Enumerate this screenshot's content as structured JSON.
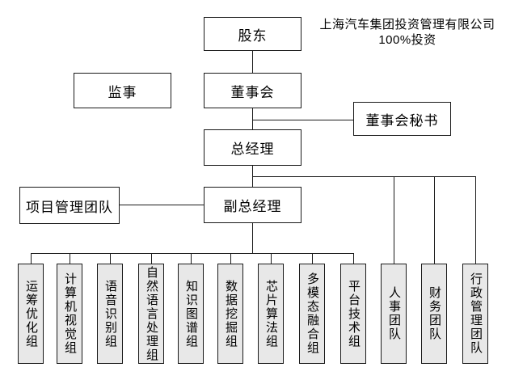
{
  "annotation": {
    "line1": "上海汽车集团投资管理有限公司",
    "line2": "100%投资"
  },
  "nodes": {
    "shareholder": "股东",
    "supervisor": "监事",
    "board_of_directors": "董事会",
    "board_secretary": "董事会秘书",
    "general_manager": "总经理",
    "deputy_general_manager": "副总经理",
    "project_management_team": "项目管理团队"
  },
  "departments": [
    "运筹优化组",
    "计算机视觉组",
    "语音识别组",
    "自然语言处理组",
    "知识图谱组",
    "数据挖掘组",
    "芯片算法组",
    "多模态融合组",
    "平台技术组",
    "人事团队",
    "财务团队",
    "行政管理团队"
  ],
  "edges": [
    [
      "shareholder",
      "board_of_directors"
    ],
    [
      "board_of_directors",
      "board_secretary"
    ],
    [
      "board_of_directors",
      "general_manager"
    ],
    [
      "general_manager",
      "deputy_general_manager"
    ],
    [
      "general_manager",
      "人事团队"
    ],
    [
      "general_manager",
      "财务团队"
    ],
    [
      "general_manager",
      "行政管理团队"
    ],
    [
      "project_management_team",
      "deputy_general_manager"
    ],
    [
      "deputy_general_manager",
      "运筹优化组"
    ],
    [
      "deputy_general_manager",
      "计算机视觉组"
    ],
    [
      "deputy_general_manager",
      "语音识别组"
    ],
    [
      "deputy_general_manager",
      "自然语言处理组"
    ],
    [
      "deputy_general_manager",
      "知识图谱组"
    ],
    [
      "deputy_general_manager",
      "数据挖掘组"
    ],
    [
      "deputy_general_manager",
      "芯片算法组"
    ],
    [
      "deputy_general_manager",
      "多模态融合组"
    ],
    [
      "deputy_general_manager",
      "平台技术组"
    ]
  ],
  "colors": {
    "line": "#1a1a1a",
    "box_border": "#1a1a1a",
    "department_fill": "#e8e8e8",
    "background": "#ffffff",
    "text": "#000000"
  }
}
